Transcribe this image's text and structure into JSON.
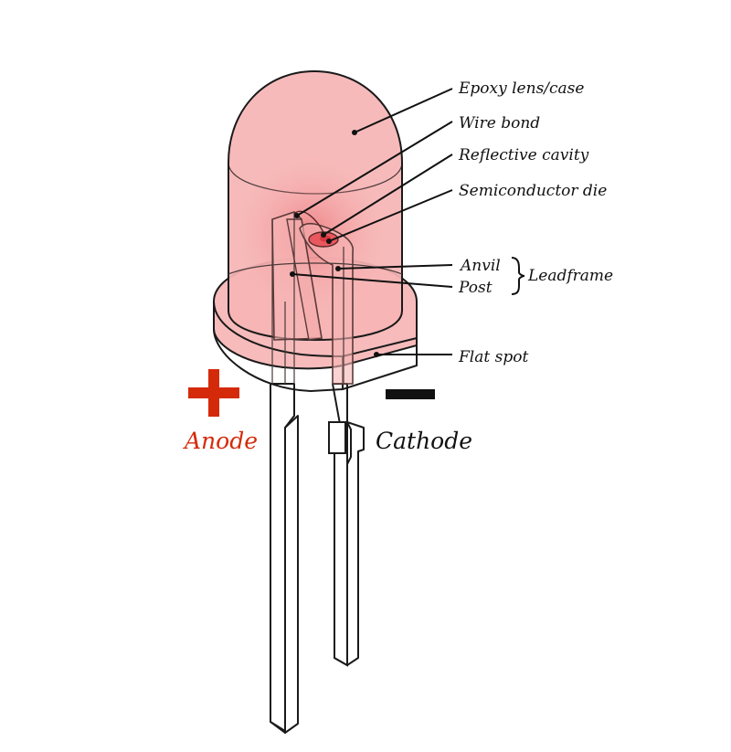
{
  "labels": {
    "epoxy": "Epoxy lens/case",
    "wire_bond": "Wire bond",
    "reflective_cavity": "Reflective cavity",
    "semiconductor_die": "Semiconductor die",
    "anvil": "Anvil",
    "post": "Post",
    "leadframe": "Leadframe",
    "flat_spot": "Flat spot"
  },
  "terminals": {
    "anode": {
      "label": "Anode",
      "sign": "+",
      "color": "#d42a0a"
    },
    "cathode": {
      "label": "Cathode",
      "sign": "−",
      "color": "#111111"
    }
  },
  "colors": {
    "epoxy_fill": "#f6b4b4",
    "die_glow": "#e8585e",
    "outline": "#1a1a1a"
  }
}
